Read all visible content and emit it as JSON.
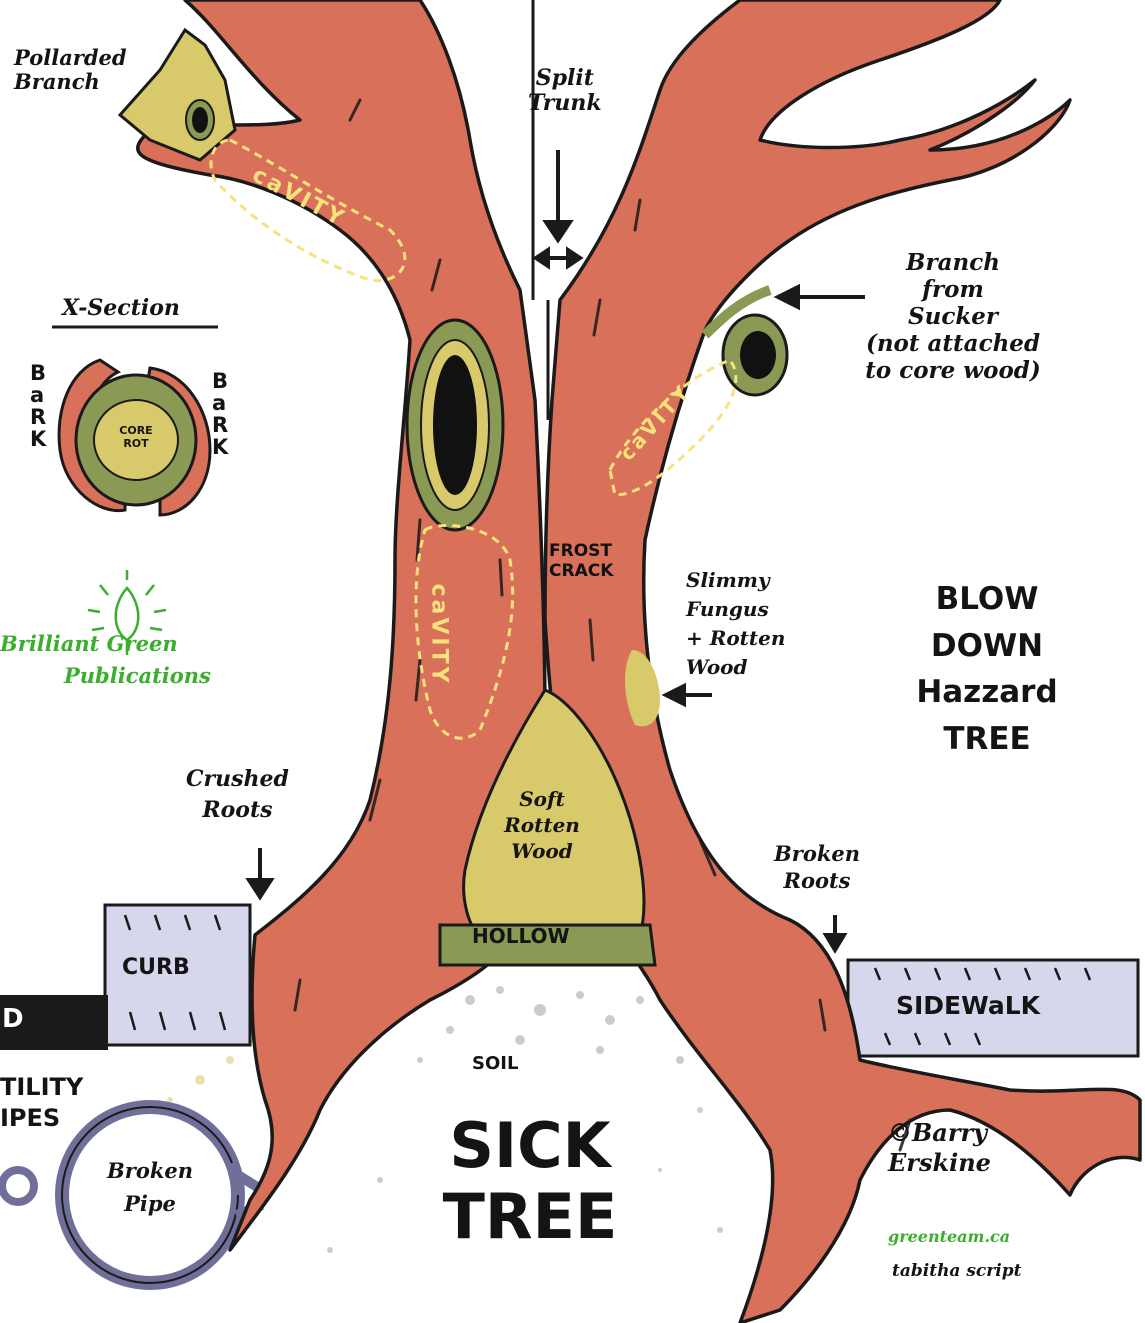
{
  "labels": {
    "pollarded_branch": "Pollarded\nBranch",
    "split_trunk": "Split\nTrunk",
    "branch_from_sucker": "Branch\nfrom\nSucker\n(not attached\nto core wood)",
    "x_section": "X-Section",
    "bark_left": "B\na\nR\nK",
    "bark_right": "B\na\nR\nK",
    "core_rot": "CORE\nROT",
    "frost_crack": "FROST\nCRACK",
    "slimy_fungus": "Slimmy\nFungus\n+ Rotten\nWood",
    "blow_down": "BLOW\nDOWN\nHazzard\nTREE",
    "crushed_roots": "Crushed\nRoots",
    "soft_rotten_wood": "Soft\nRotten\nWood",
    "hollow": "HOLLOW",
    "broken_roots": "Broken\nRoots",
    "curb": "CURB",
    "sidewalk": "SIDEWaLK",
    "road_fragment": "D",
    "utility_pipes": "TILITY\nIPES",
    "broken_pipe": "Broken\nPipe",
    "soil": "SOIL",
    "sick_tree": "SICK\nTREE",
    "cavity_upper_left": "caVITY",
    "cavity_trunk": "caVITY",
    "cavity_right": "caVITY"
  },
  "publisher": {
    "line1": "Brilliant Green",
    "line2": "Publications"
  },
  "credit": {
    "copyright": "©Barry\nErskine",
    "website": "greenteam.ca",
    "font_note": "tabitha script"
  },
  "colors": {
    "trunk": "#d9705a",
    "outline": "#1a1a1a",
    "cavity_text": "#f7e27c",
    "rot": "#d8c96a",
    "olive_ring": "#8a9a55",
    "curb": "#d6d6ec",
    "pipe": "#6f6f9a",
    "brand_green": "#3cae2e"
  }
}
